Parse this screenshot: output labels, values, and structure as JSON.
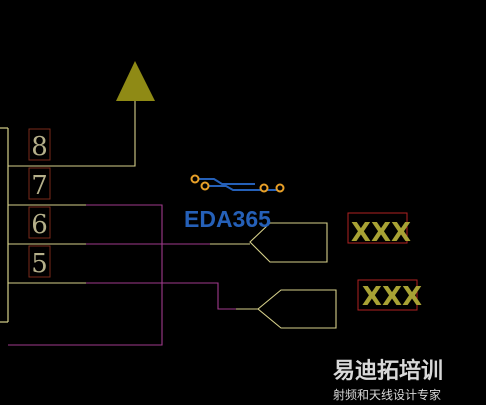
{
  "schematic": {
    "pins": [
      {
        "number": "8"
      },
      {
        "number": "7"
      },
      {
        "number": "6"
      },
      {
        "number": "5"
      }
    ],
    "power_symbol": "power-arrow-icon",
    "net_labels": [
      "XXX",
      "XXX"
    ],
    "colors": {
      "background": "#000000",
      "wire_yellow": "#d6d08a",
      "wire_magenta": "#a03a8c",
      "pin_box": "#7a2a1a",
      "pin_text": "#b5b08a",
      "power_fill": "#8f8a15",
      "label_fill": "#a8a234",
      "label_box": "#b02222"
    }
  },
  "logo": {
    "text": "EDA365",
    "icon": "pcb-trace-icon",
    "color": "#2560b8"
  },
  "watermark": {
    "title": "易迪拓培训",
    "subtitle": "射频和天线设计专家"
  }
}
